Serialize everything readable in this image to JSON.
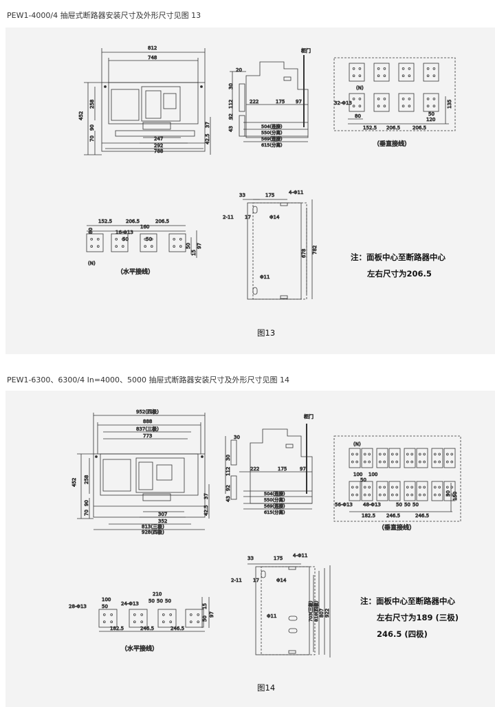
{
  "figure13": {
    "heading": "PEW1-4000/4 抽屉式断路器安装尺寸及外形尺寸见图 13",
    "caption": "图13",
    "note_line1": "注：面板中心至断路器中心",
    "note_line2": "左右尺寸为206.5",
    "label_vertical": "（垂直接线）",
    "label_horizontal": "（水平接线）",
    "label_n": "(N)",
    "label_door": "柜门",
    "front_dims": [
      "812",
      "748",
      "452",
      "258",
      "90",
      "70",
      "37",
      "42.5",
      "247",
      "292",
      "788"
    ],
    "side_dims": [
      "20",
      "30",
      "112",
      "92",
      "43",
      "222",
      "175",
      "97",
      "504(连接)",
      "550(分离)",
      "569(连接)",
      "615(分离)"
    ],
    "vert_dims": [
      "32-Φ13",
      "80",
      "152.5",
      "206.5",
      "206.5",
      "50",
      "120",
      "135"
    ],
    "horiz_dims": [
      "152.5",
      "206.5",
      "206.5",
      "80",
      "16-Φ13",
      "160",
      "50",
      "50",
      "50",
      "15",
      "97"
    ],
    "mount_dims": [
      "33",
      "175",
      "4-Φ11",
      "2-11",
      "17",
      "Φ14",
      "Φ11",
      "678",
      "782"
    ]
  },
  "figure14": {
    "heading": "PEW1-6300、6300/4    In=4000、5000 抽屉式断路器安装尺寸及外形尺寸见图 14",
    "caption": "图14",
    "note_line1": "注：面板中心至断路器中心",
    "note_line2": "左右尺寸为189 (三极)",
    "note_line3": "246.5 (四极)",
    "label_vertical": "（垂直接线）",
    "label_horizontal": "（水平接线）",
    "label_n": "(N)",
    "label_door": "柜门",
    "front_dims": [
      "952(四极)",
      "888",
      "837(三极)",
      "773",
      "452",
      "258",
      "90",
      "70",
      "37",
      "42.5",
      "307",
      "352",
      "813(三极)",
      "928(四极)"
    ],
    "side_dims": [
      "30",
      "30",
      "112",
      "92",
      "43",
      "222",
      "175",
      "97",
      "504(连接)",
      "550(分离)",
      "569(连接)",
      "615(分离)"
    ],
    "vert_dims": [
      "100",
      "100",
      "50",
      "56-Φ13",
      "48-Φ13",
      "50",
      "50",
      "50",
      "182.5",
      "246.5",
      "246.5",
      "50",
      "150"
    ],
    "horiz_dims": [
      "28-Φ13",
      "100",
      "50",
      "24-Φ13",
      "210",
      "50",
      "50",
      "50",
      "182.5",
      "246.5",
      "246.5",
      "15",
      "50",
      "97"
    ],
    "mount_dims": [
      "33",
      "175",
      "4-Φ11",
      "2-11",
      "17",
      "Φ14",
      "Φ11",
      "703(三极)",
      "818(四极)",
      "807",
      "922"
    ]
  },
  "colors": {
    "panel": "#f3f3f3",
    "line": "#333333",
    "page": "#ffffff"
  }
}
